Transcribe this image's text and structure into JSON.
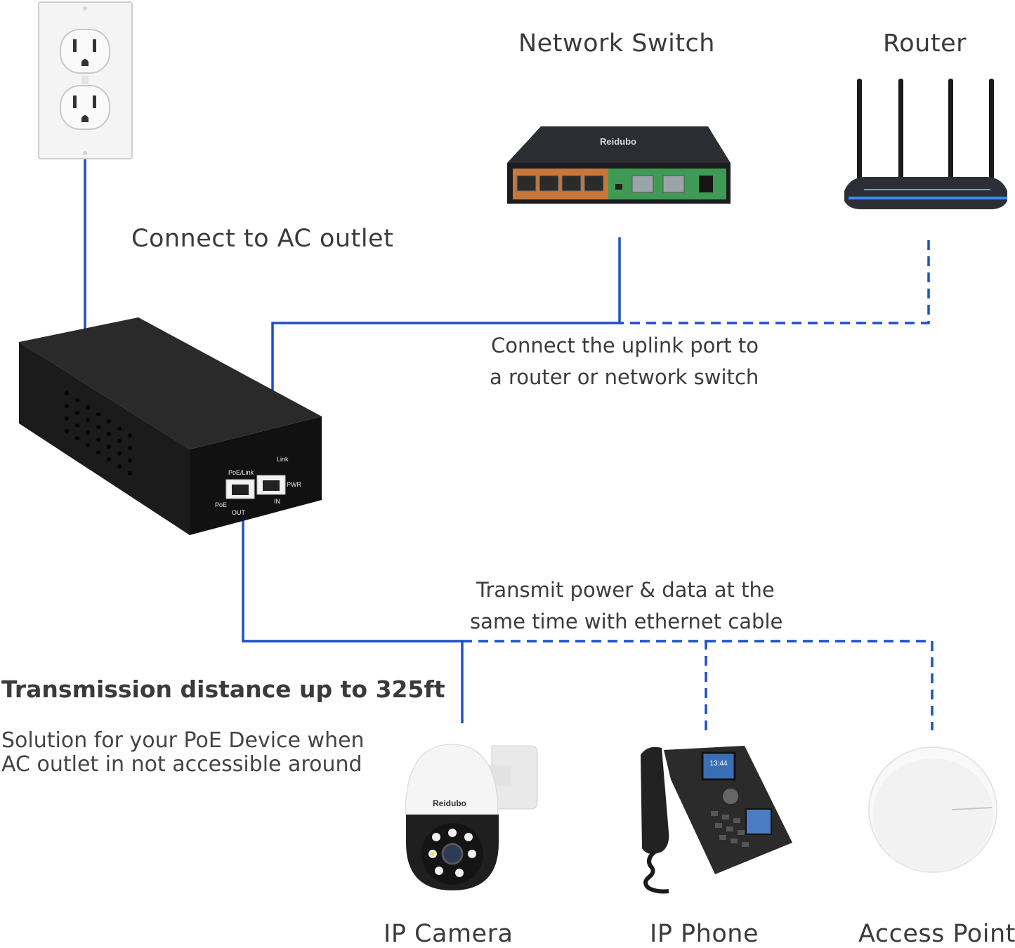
{
  "labels": {
    "network_switch": "Network Switch",
    "router": "Router",
    "connect_ac": "Connect to AC outlet",
    "uplink_line1": "Connect the uplink port to",
    "uplink_line2": "a router or network switch",
    "transmit_line1": "Transmit power & data at the",
    "transmit_line2": "same time with ethernet cable",
    "distance": "Transmission distance up to 325ft",
    "solution_line1": "Solution for your PoE Device when",
    "solution_line2": "AC outlet in not accessible around",
    "ip_camera": "IP Camera",
    "ip_phone": "IP Phone",
    "access_point": "Access Point"
  },
  "device_text": {
    "switch_brand": "Reidubo",
    "camera_brand": "Reidubo",
    "injector_poe_link": "PoE/Link",
    "injector_link": "Link",
    "injector_poe": "PoE",
    "injector_out": "OUT",
    "injector_in": "IN",
    "injector_pwr": "PWR",
    "phone_clock": "13:44"
  },
  "icons": {
    "outlet": "ac-outlet-icon",
    "switch": "network-switch-icon",
    "router": "router-icon",
    "injector": "poe-injector-icon",
    "camera": "ip-camera-icon",
    "phone": "ip-phone-icon",
    "access_point": "access-point-icon"
  },
  "colors": {
    "cable": "#1f4fc8",
    "device_dark": "#1c1c1c",
    "text": "#3b3b3b"
  }
}
